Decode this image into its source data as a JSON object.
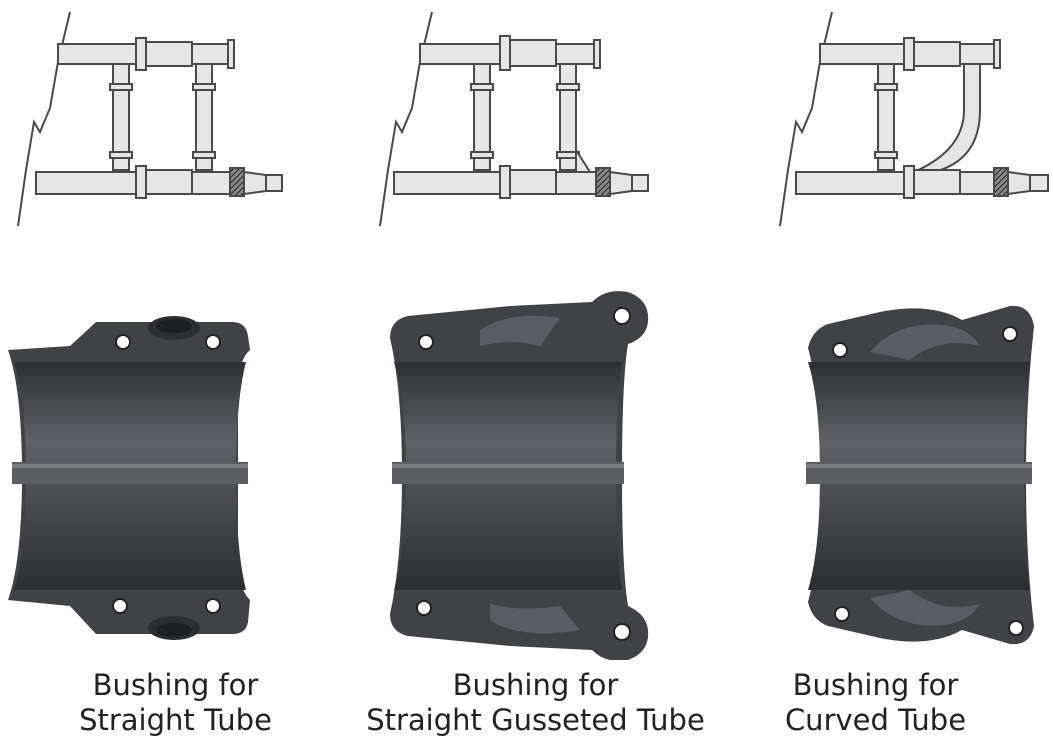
{
  "panels": [
    {
      "id": "straight",
      "caption_line1": "Bushing for",
      "caption_line2": "Straight Tube"
    },
    {
      "id": "gusseted",
      "caption_line1": "Bushing for",
      "caption_line2": "Straight Gusseted Tube"
    },
    {
      "id": "curved",
      "caption_line1": "Bushing for",
      "caption_line2": "Curved Tube"
    }
  ],
  "colors": {
    "tube_fill": "#e6e6e6",
    "tube_stroke": "#4a4a4a",
    "bushing_dark": "#3b3c3f",
    "bushing_mid": "#55575b",
    "bushing_light": "#6e7075"
  }
}
